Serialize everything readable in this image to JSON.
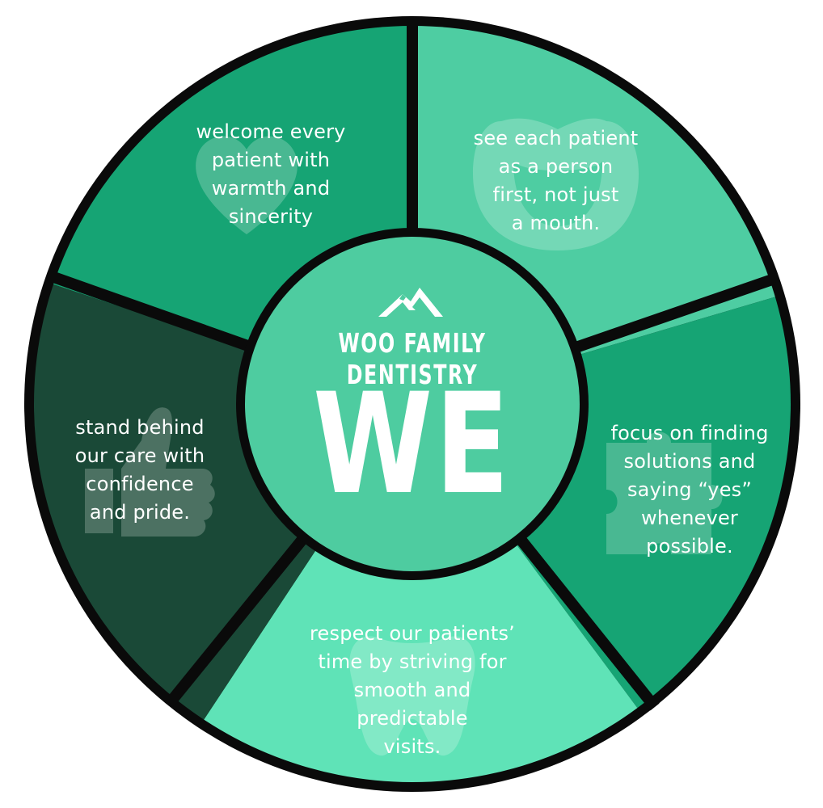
{
  "brand": {
    "name": "WOO FAMILY DENTISTRY",
    "logo_icon": "mountain-logo-icon"
  },
  "center": {
    "title": "WE",
    "color": "#4ecca0"
  },
  "segments": [
    {
      "key": "welcome",
      "text": "welcome every\npatient with\nwarmth and\nsincerity",
      "color": "#16a474",
      "icon": "heart-icon"
    },
    {
      "key": "person",
      "text": "see each patient\nas a person\nfirst, not just\na mouth.",
      "color": "#4ecda2",
      "icon": "mouth-icon"
    },
    {
      "key": "focus",
      "text": "focus on finding\nsolutions and\nsaying “yes”\nwhenever\npossible.",
      "color": "#16a474",
      "icon": "puzzle-icon"
    },
    {
      "key": "respect",
      "text": "respect our patients’\ntime by striving for\nsmooth and\npredictable\nvisits.",
      "color": "#5fe3b7",
      "icon": "tooth-icon"
    },
    {
      "key": "stand",
      "text": "stand behind\nour care with\nconfidence\nand pride.",
      "color": "#1a4937",
      "icon": "thumbs-up-icon"
    }
  ],
  "colors": {
    "outline": "#0a0a0a",
    "text": "#ffffff"
  }
}
